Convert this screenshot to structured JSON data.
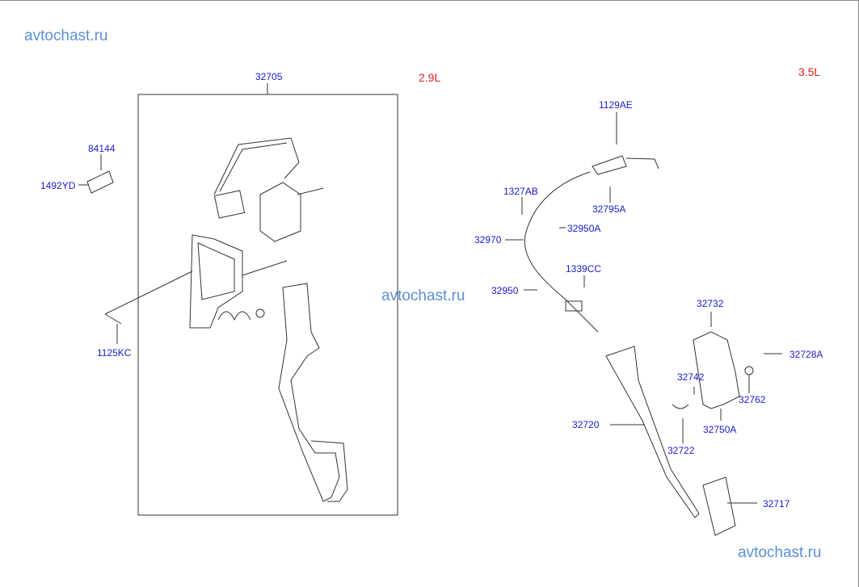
{
  "watermarks": [
    "avtochast.ru",
    "avtochast.ru",
    "avtochast.ru"
  ],
  "variants": {
    "left": "2.9L",
    "right": "3.5L"
  },
  "parts": {
    "p32705": "32705",
    "p84144": "84144",
    "p1492YD": "1492YD",
    "p1125KC": "1125KC",
    "p1129AE": "1129AE",
    "p1327AB": "1327AB",
    "p32795A": "32795A",
    "p32970": "32970",
    "p32950A": "32950A",
    "p1339CC": "1339CC",
    "p32950": "32950",
    "p32732": "32732",
    "p32728A": "32728A",
    "p32742": "32742",
    "p32762": "32762",
    "p32720": "32720",
    "p32750A": "32750A",
    "p32722": "32722",
    "p32717": "32717"
  },
  "colors": {
    "label": "#1a1acc",
    "variant": "#e0201a",
    "watermark": "#5b8fd6"
  }
}
